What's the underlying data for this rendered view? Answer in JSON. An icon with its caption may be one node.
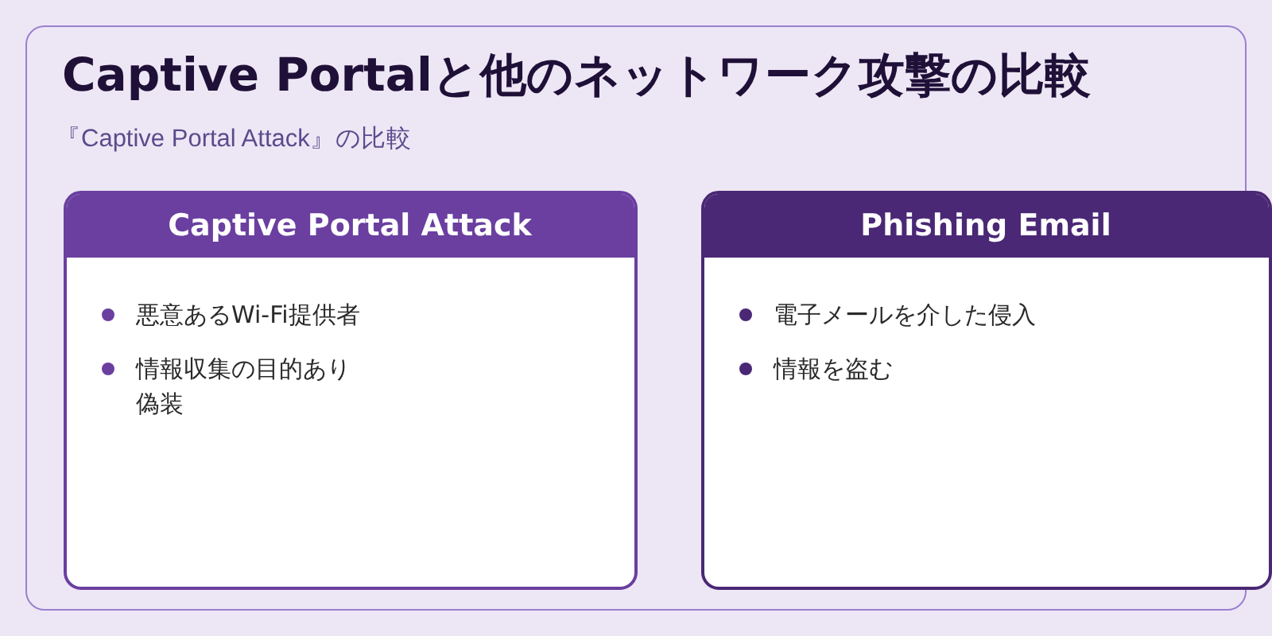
{
  "diagram": {
    "nodes": [
      {
        "text": [
          "Captive Portalと他のネットワーク攻撃の比較",
          "『Captive Portal Attack』の比較"
        ]
      },
      {
        "text": [
          "Captive Portal Attack",
          "悪意あるWi-Fi提供者",
          "情報収集の目的あり",
          "偽装"
        ],
        "in": 0
      },
      {
        "text": [
          "Phishing Email",
          "電子メールを介した侵入",
          "情報を盗む"
        ],
        "in": 0
      }
    ]
  }
}
